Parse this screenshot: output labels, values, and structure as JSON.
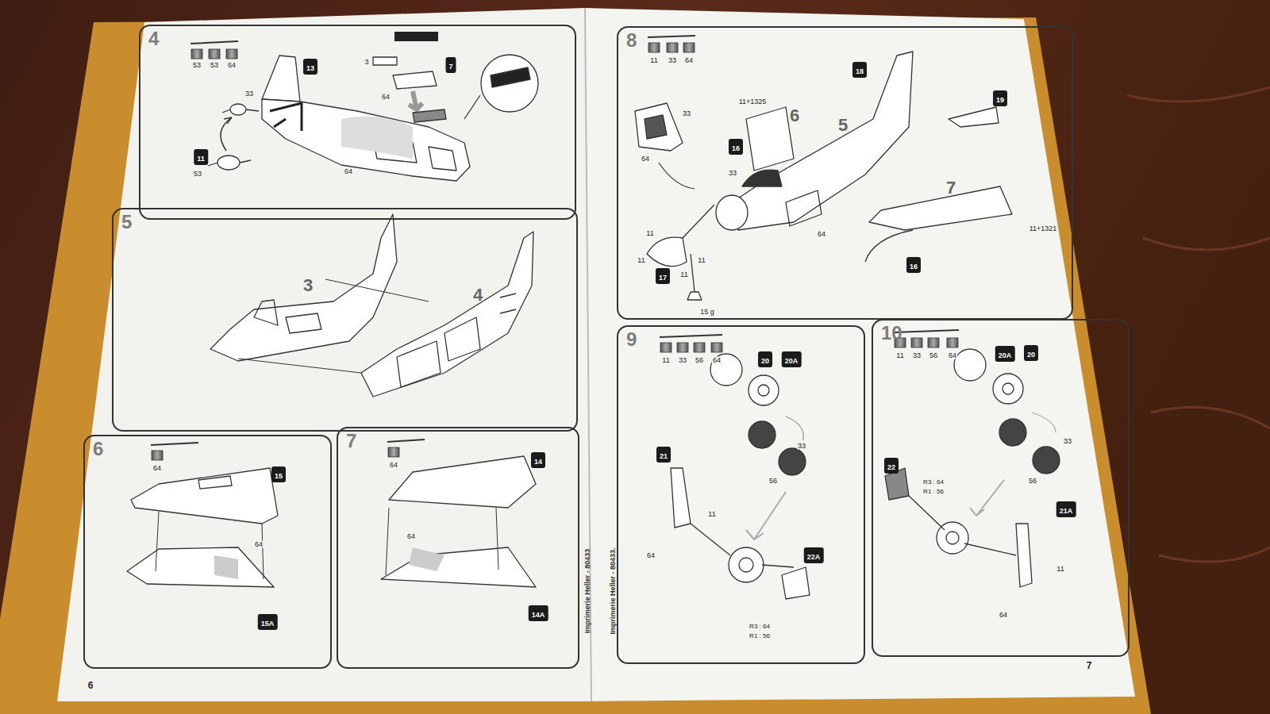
{
  "diagram": {
    "nodes": [
      {
        "text": [
          "4"
        ]
      },
      {
        "text": [
          "13"
        ],
        "in": 0
      },
      {
        "text": [
          "7"
        ],
        "in": 0
      },
      {
        "text": [
          "11"
        ],
        "in": 0
      },
      {
        "text": [
          "5"
        ]
      },
      {
        "text": [
          "6"
        ]
      },
      {
        "text": [
          "15"
        ],
        "in": 5
      },
      {
        "text": [
          "15A"
        ],
        "in": 5
      },
      {
        "text": [
          "7"
        ]
      },
      {
        "text": [
          "14"
        ],
        "in": 8
      },
      {
        "text": [
          "14A"
        ],
        "in": 8
      },
      {
        "text": [
          "8"
        ]
      },
      {
        "text": [
          "18"
        ],
        "in": 11
      },
      {
        "text": [
          "19"
        ],
        "in": 11
      },
      {
        "text": [
          "16"
        ],
        "in": 11
      },
      {
        "text": [
          "17"
        ],
        "in": 11
      },
      {
        "text": [
          "16"
        ],
        "in": 11
      },
      {
        "text": [
          "9"
        ]
      },
      {
        "text": [
          "20"
        ],
        "in": 17
      },
      {
        "text": [
          "20A"
        ],
        "in": 17
      },
      {
        "text": [
          "21"
        ],
        "in": 17
      },
      {
        "text": [
          "22A"
        ],
        "in": 17
      },
      {
        "text": [
          "10"
        ]
      },
      {
        "text": [
          "20A"
        ],
        "in": 22
      },
      {
        "text": [
          "20"
        ],
        "in": 22
      },
      {
        "text": [
          "22"
        ],
        "in": 22
      },
      {
        "text": [
          "21A"
        ],
        "in": 22
      }
    ],
    "labels": [
      "53",
      "53",
      "64",
      "3",
      "33",
      "64",
      "53",
      "64",
      "3",
      "4",
      "64",
      "64",
      "64",
      "64",
      "11",
      "33",
      "64",
      "11+1325",
      "33",
      "64",
      "33",
      "6",
      "5",
      "7",
      "64",
      "11+1321",
      "11",
      "11",
      "11",
      "11",
      "15 g",
      "11",
      "33",
      "56",
      "64",
      "33",
      "56",
      "11",
      "64",
      "R3 : 64",
      "R1 : 56",
      "11",
      "33",
      "56",
      "64",
      "33",
      "56",
      "R3 : 64",
      "R1 : 56",
      "11",
      "64",
      "6",
      "7",
      "Imprimerie Heller - 80433",
      "Imprimerie Heller - 80433."
    ]
  }
}
